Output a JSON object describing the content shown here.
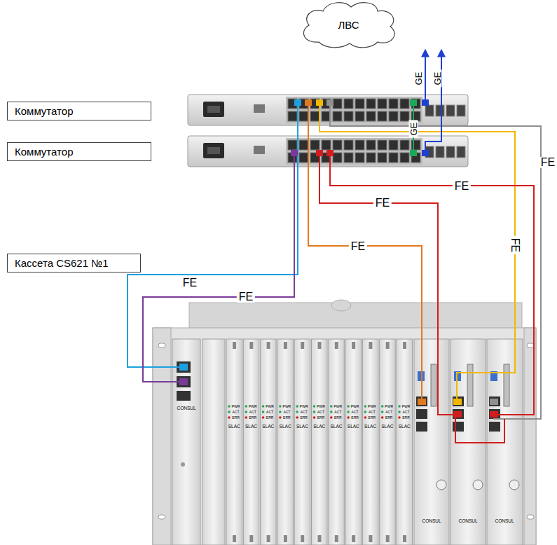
{
  "diagram": {
    "nodes": [
      {
        "text": [
          "ЛВС"
        ]
      },
      {
        "text": [
          "Коммутатор"
        ]
      },
      {
        "text": [
          "Коммутатор"
        ]
      },
      {
        "text": [
          "Кассета CS621 №1"
        ]
      }
    ],
    "labels": [
      "GE",
      "GE",
      "GE",
      "FE",
      "FE",
      "FE",
      "FE",
      "FE",
      "FE",
      "FE",
      "CONSUL",
      "PWR",
      "ACT",
      "ERR",
      "SLAC",
      "PWR",
      "ACT",
      "ERR",
      "SLAC",
      "PWR",
      "ACT",
      "ERR",
      "SLAC",
      "PWR",
      "ACT",
      "ERR",
      "SLAC",
      "PWR",
      "ACT",
      "ERR",
      "SLAC",
      "PWR",
      "ACT",
      "ERR",
      "SLAC",
      "PWR",
      "ACT",
      "ERR",
      "SLAC",
      "PWR",
      "ACT",
      "ERR",
      "SLAC",
      "PWR",
      "ACT",
      "ERR",
      "SLAC",
      "PWR",
      "ACT",
      "ERR",
      "SLAC",
      "PWR",
      "ACT",
      "ERR",
      "SLAC",
      "CONSUL",
      "CONSUL",
      "CONSUL"
    ]
  }
}
